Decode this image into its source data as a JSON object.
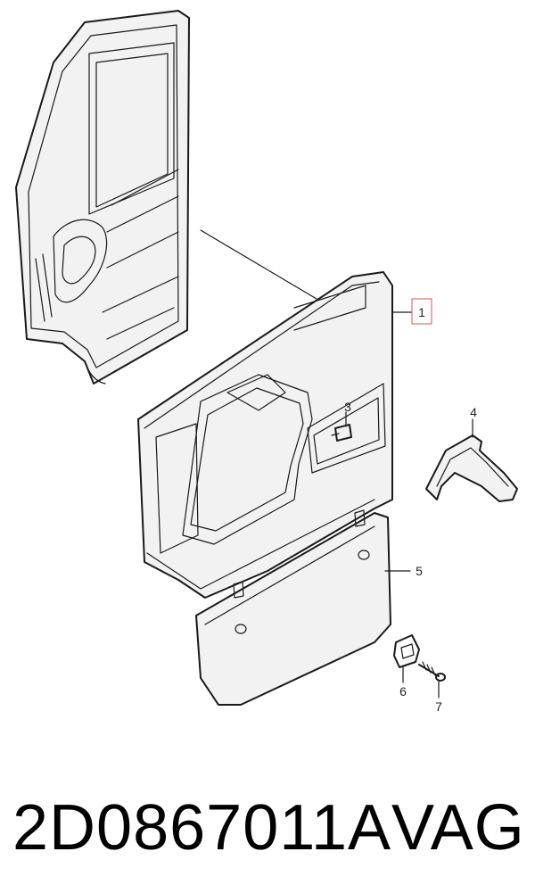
{
  "diagram": {
    "callouts": [
      {
        "id": "1",
        "label": "1",
        "highlighted": true
      },
      {
        "id": "3",
        "label": "3",
        "highlighted": false
      },
      {
        "id": "4",
        "label": "4",
        "highlighted": false
      },
      {
        "id": "5",
        "label": "5",
        "highlighted": false
      },
      {
        "id": "6",
        "label": "6",
        "highlighted": false
      },
      {
        "id": "7",
        "label": "7",
        "highlighted": false
      }
    ],
    "highlight_color": "#e07070",
    "line_color": "#1a1a1a",
    "panel_color": "#f2f2f2"
  },
  "caption": {
    "part_number": "2D0867011A",
    "brand": "VAG"
  }
}
